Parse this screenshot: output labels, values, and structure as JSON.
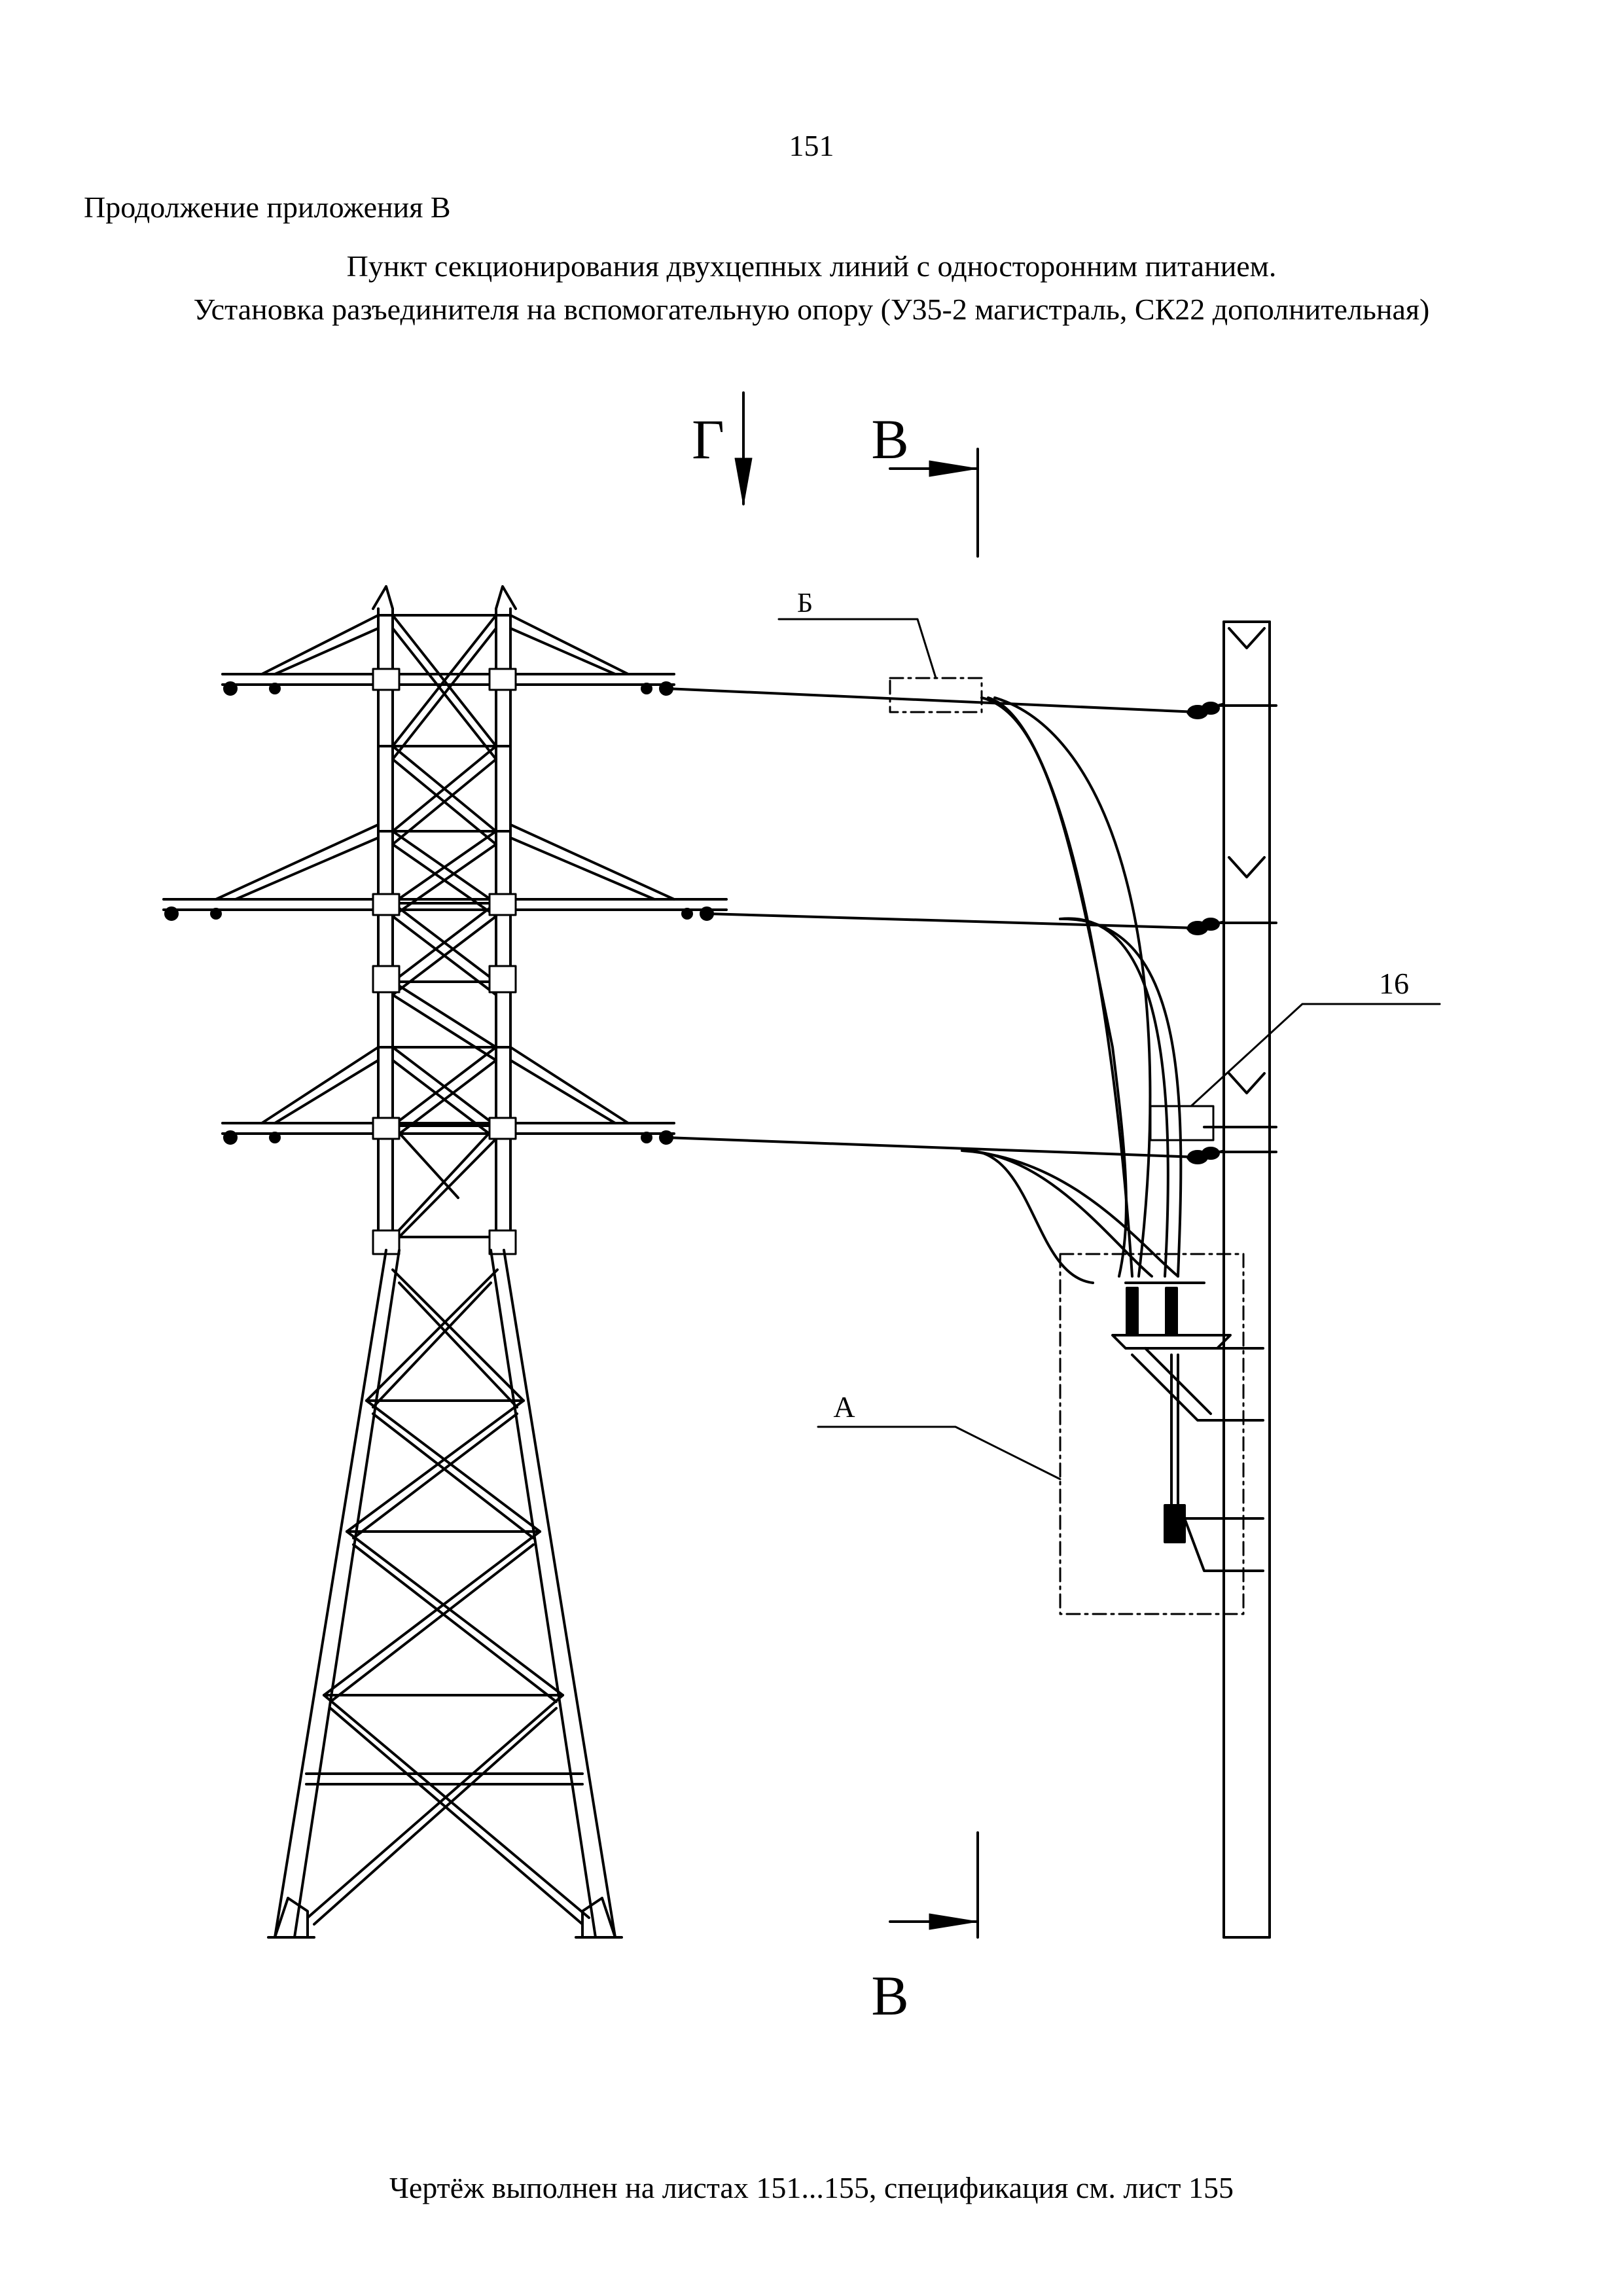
{
  "page_number": "151",
  "appendix_label": "Продолжение приложения В",
  "title_line1": "Пункт секционирования двухцепных линий с односторонним питанием.",
  "title_line2": "Установка разъединителя на вспомогательную опору (У35-2 магистраль, СК22 дополнительная)",
  "view_labels": {
    "view_g": "Г",
    "section_top": "В",
    "section_bottom": "В"
  },
  "callouts": {
    "b": "Б",
    "a": "А",
    "pos_16": "16"
  },
  "footer_note": "Чертёж выполнен на листах 151...155, спецификация см. лист 155"
}
